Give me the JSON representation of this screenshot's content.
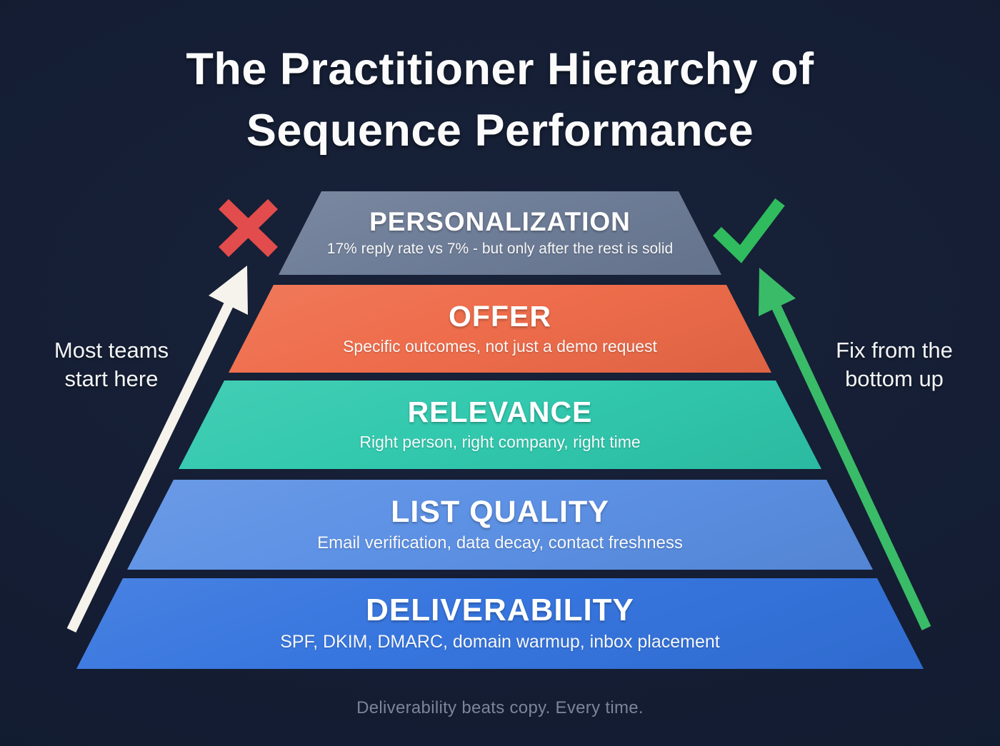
{
  "title": {
    "line1": "The Practitioner Hierarchy of",
    "line2": "Sequence Performance"
  },
  "pyramid": {
    "tiers": [
      {
        "label": "PERSONALIZATION",
        "description": "17% reply rate vs 7% - but only after the rest is solid",
        "color": "#6c7b96"
      },
      {
        "label": "OFFER",
        "description": "Specific outcomes, not just a demo request",
        "color": "#ee6a48"
      },
      {
        "label": "RELEVANCE",
        "description": "Right person, right company, right time",
        "color": "#2ec8ad"
      },
      {
        "label": "LIST QUALITY",
        "description": "Email verification, data decay, contact freshness",
        "color": "#5a8fe4"
      },
      {
        "label": "DELIVERABILITY",
        "description": "SPF, DKIM, DMARC, domain warmup, inbox placement",
        "color": "#3373de"
      }
    ]
  },
  "annotations": {
    "left": {
      "icon": "red-x-icon",
      "line1": "Most teams",
      "line2": "start here",
      "icon_color": "#e34c4c",
      "arrow_color": "#f6f3ec"
    },
    "right": {
      "icon": "green-check-icon",
      "line1": "Fix from the",
      "line2": "bottom up",
      "icon_color": "#2fbb5e",
      "arrow_color": "#3abb68"
    }
  },
  "footer": {
    "caption": "Deliverability beats copy. Every time."
  },
  "colors": {
    "background": "#141d33",
    "title_text": "#fbfbfc",
    "caption_text": "#7c8598"
  }
}
